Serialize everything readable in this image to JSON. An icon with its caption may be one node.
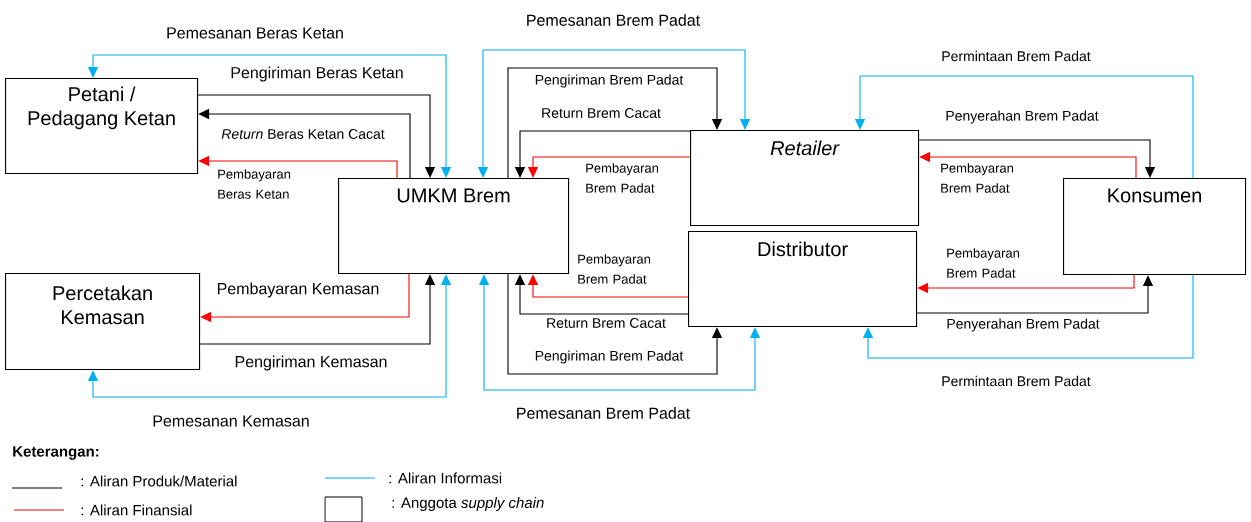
{
  "diagram": {
    "nodes": [
      {
        "text": [
          "Petani / Pedagang Ketan"
        ]
      },
      {
        "text": [
          "UMKM Brem"
        ]
      },
      {
        "text": [
          "Percetakan Kemasan"
        ]
      },
      {
        "text": [
          "Retailer"
        ]
      },
      {
        "text": [
          "Distributor"
        ]
      },
      {
        "text": [
          "Konsumen"
        ]
      }
    ],
    "edges": [
      {
        "from": 0,
        "to": 1,
        "arrow": "to",
        "label": "Pengiriman Beras Ketan"
      },
      {
        "from": 1,
        "to": 0,
        "arrow": "to",
        "label": "*Return* Beras Ketan Cacat"
      },
      {
        "from": 1,
        "to": 0,
        "arrow": "to",
        "label": "Pembayaran Beras Ketan",
        "color": "#ff0000"
      },
      {
        "from": 1,
        "to": 0,
        "arrow": "both",
        "label": "Pemesanan Beras Ketan",
        "color": "#00b0f0"
      },
      {
        "from": 1,
        "to": 2,
        "arrow": "to",
        "label": "Pembayaran Kemasan",
        "color": "#ff0000"
      },
      {
        "from": 2,
        "to": 1,
        "arrow": "to",
        "label": "Pengiriman Kemasan"
      },
      {
        "from": 1,
        "to": 2,
        "arrow": "both",
        "label": "Pemesanan Kemasan",
        "color": "#00b0f0"
      },
      {
        "from": 1,
        "to": 3,
        "arrow": "both",
        "label": "Pemesanan Brem Padat",
        "color": "#00b0f0"
      },
      {
        "from": 1,
        "to": 3,
        "arrow": "to",
        "label": "Pengiriman Brem Padat"
      },
      {
        "from": 3,
        "to": 1,
        "arrow": "to",
        "label": "Return Brem Cacat"
      },
      {
        "from": 3,
        "to": 1,
        "arrow": "to",
        "label": "Pembayaran Brem Padat",
        "color": "#ff0000"
      },
      {
        "from": 4,
        "to": 1,
        "arrow": "to",
        "label": "Pembayaran Brem Padat",
        "color": "#ff0000"
      },
      {
        "from": 4,
        "to": 1,
        "arrow": "to",
        "label": "Return Brem Cacat"
      },
      {
        "from": 1,
        "to": 4,
        "arrow": "to",
        "label": "Pengiriman Brem Padat"
      },
      {
        "from": 1,
        "to": 4,
        "arrow": "both",
        "label": "Pemesanan Brem Padat",
        "color": "#00b0f0"
      },
      {
        "from": 5,
        "to": 3,
        "arrow": "to",
        "label": "Permintaan Brem Padat",
        "color": "#00b0f0"
      },
      {
        "from": 3,
        "to": 5,
        "arrow": "to",
        "label": "Penyerahan Brem Padat"
      },
      {
        "from": 5,
        "to": 3,
        "arrow": "to",
        "label": "Pembayaran Brem Padat",
        "color": "#ff0000"
      },
      {
        "from": 5,
        "to": 4,
        "arrow": "to",
        "label": "Pembayaran Brem Padat",
        "color": "#ff0000"
      },
      {
        "from": 4,
        "to": 5,
        "arrow": "to",
        "label": "Penyerahan Brem Padat"
      },
      {
        "from": 5,
        "to": 4,
        "arrow": "to",
        "label": "Permintaan Brem Padat",
        "color": "#00b0f0"
      }
    ],
    "labels": [
      "Keterangan:"
    ],
    "legend": [
      {
        "text": ": Aliran Produk/Material"
      },
      {
        "text": ": Aliran Informasi"
      },
      {
        "text": ": Aliran Finansial"
      },
      {
        "text": ": Anggota *supply chain*"
      }
    ]
  }
}
